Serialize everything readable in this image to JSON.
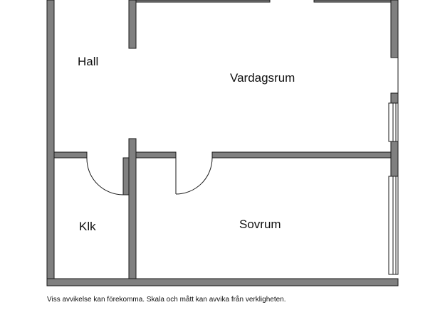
{
  "rooms": {
    "hall": "Hall",
    "vardagsrum": "Vardagsrum",
    "klk": "Klk",
    "sovrum": "Sovrum"
  },
  "disclaimer": "Viss avvikelse kan förekomma. Skala och mått kan avvika från verkligheten.",
  "colors": {
    "wall": "#808080",
    "outline": "#1a1a1a",
    "background": "#ffffff"
  }
}
